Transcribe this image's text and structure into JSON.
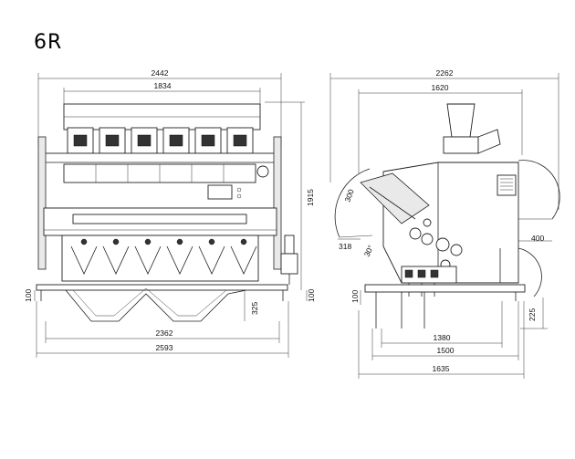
{
  "model": "6R",
  "front_view": {
    "overall_width": "2442",
    "chute_width": "1834",
    "height": "1915",
    "frame_width": "2362",
    "base_width": "2593",
    "foot_height_left": "100",
    "foot_height_right": "100",
    "discharge_height": "325"
  },
  "side_view": {
    "overall_width": "2262",
    "top_width": "1620",
    "hopper_angle_label": "300",
    "side_offset": "318",
    "angle": "30°",
    "rear_offset": "400",
    "foot_height": "100",
    "discharge_height": "225",
    "frame_depth": "1380",
    "base_depth": "1500",
    "total_depth": "1635"
  },
  "colors": {
    "line": "#222222",
    "background": "#ffffff"
  }
}
